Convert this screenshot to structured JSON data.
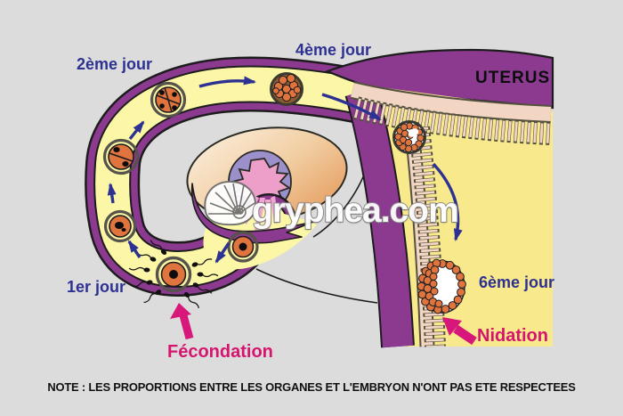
{
  "diagram": {
    "title_context": "Embryo journey from fertilization to implantation",
    "labels": {
      "day1": "1er jour",
      "day2": "2ème jour",
      "day4": "4ème jour",
      "day6": "6ème jour",
      "uterus": "UTERUS",
      "fecondation": "Fécondation",
      "nidation": "Nidation"
    },
    "note": "NOTE : LES PROPORTIONS ENTRE LES ORGANES ET L'EMBRYON N'ONT PAS ETE RESPECTEES",
    "watermark": "gryphea.com",
    "colors": {
      "background": "#dcdcdc",
      "tube_wall_purple": "#8c3a90",
      "tube_lumen_yellow": "#fbf7a6",
      "uterine_cavity_yellow": "#f8e98c",
      "endometrium_peach": "#f2d5c2",
      "ovary_light": "#faeedd",
      "ovary_dark": "#e39655",
      "follicle_violet": "#9b90c9",
      "follicle_pink": "#ee9fc9",
      "cell_orange": "#e0743f",
      "arrow_navy": "#2d3192",
      "label_magenta": "#d5156e",
      "outline_black": "#1c1c1c"
    }
  }
}
